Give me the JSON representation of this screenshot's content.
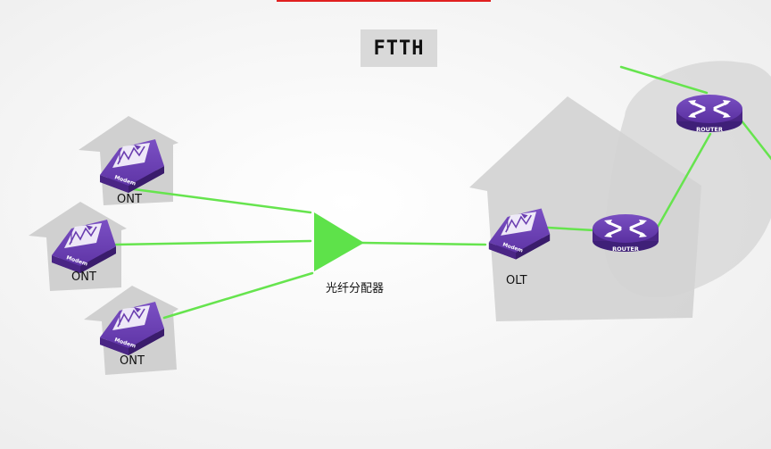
{
  "title": "FTTH",
  "nodes": {
    "ont_top": {
      "label": "ONT",
      "device_text": "Modem"
    },
    "ont_mid": {
      "label": "ONT",
      "device_text": "Modem"
    },
    "ont_bottom": {
      "label": "ONT",
      "device_text": "Modem"
    },
    "splitter": {
      "label": "光纤分配器"
    },
    "olt": {
      "label": "OLT",
      "device_text": "Modem"
    },
    "router_1": {
      "device_text": "ROUTER"
    },
    "router_2": {
      "device_text": "ROUTER"
    }
  },
  "colors": {
    "link": "#66e44e",
    "splitter": "#5ee24a",
    "device": "#6a3db0",
    "device_dark": "#4a2585",
    "house": "#d2d2d2",
    "title_bg": "#d9d9d9",
    "accent": "#e02020"
  }
}
